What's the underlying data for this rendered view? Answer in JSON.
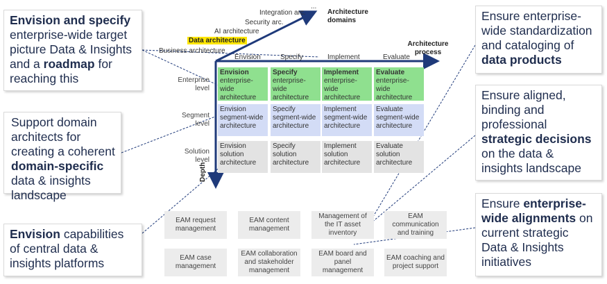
{
  "callouts": {
    "c1": {
      "b1": "Envision and specify",
      "t1": "enterprise-wide target picture Data & Insights and a",
      "b2": "roadmap",
      "t2": "for reaching this"
    },
    "c2": {
      "t1": "Support domain architects for creating a coherent",
      "b1": "domain-specific",
      "t2": "data & insights landscape"
    },
    "c3": {
      "b1": "Envision",
      "t1": "capabilities of central data & insights platforms"
    },
    "c4": {
      "t1": "Ensure enterprise-wide standardization and cataloging of",
      "b1": "data products"
    },
    "c5": {
      "t1": "Ensure aligned, binding and professional",
      "b1": "strategic decisions",
      "t2": "on the data & insights landscape"
    },
    "c6": {
      "t1": "Ensure",
      "b1": "enterprise-wide alignments",
      "t2": "on current strategic Data & Insights initiatives"
    }
  },
  "axes": {
    "domains_title": "Architecture domains",
    "process_title": "Architecture process",
    "depth": "Depth",
    "ellipsis": "...",
    "domains": [
      "Integration arc.",
      "Security arc.",
      "AI architecture",
      "Data architecture",
      "Business architecture"
    ],
    "process": [
      "Envision",
      "Specify",
      "Implement",
      "Evaluate"
    ]
  },
  "matrix": {
    "rows": [
      "Enterprise level",
      "Segment level",
      "Solution level"
    ],
    "cells": [
      [
        {
          "h": "Envision",
          "t": "enterprise-wide architecture"
        },
        {
          "h": "Specify",
          "t": "enterprise-wide architecture"
        },
        {
          "h": "Implement",
          "t": "enterprise-wide architecture"
        },
        {
          "h": "Evaluate",
          "t": "enterprise-wide architecture"
        }
      ],
      [
        {
          "t": "Envision segment-wide architecture"
        },
        {
          "t": "Specify segment-wide architecture"
        },
        {
          "t": "Implement segment-wide architecture"
        },
        {
          "t": "Evaluate segment-wide architecture"
        }
      ],
      [
        {
          "t": "Envision solution architecture"
        },
        {
          "t": "Specify solution architecture"
        },
        {
          "t": "Implement solution architecture"
        },
        {
          "t": "Evaluate solution architecture"
        }
      ]
    ]
  },
  "eam": [
    "EAM request management",
    "EAM content management",
    "Management of the IT asset inventory",
    "EAM communication and training",
    "EAM case management",
    "EAM collaboration and stakeholder management",
    "EAM board and panel management",
    "EAM coaching and project support"
  ],
  "colors": {
    "highlight": "#ffe600",
    "axis": "#1f3a7a",
    "text": "#1f2d4e"
  }
}
